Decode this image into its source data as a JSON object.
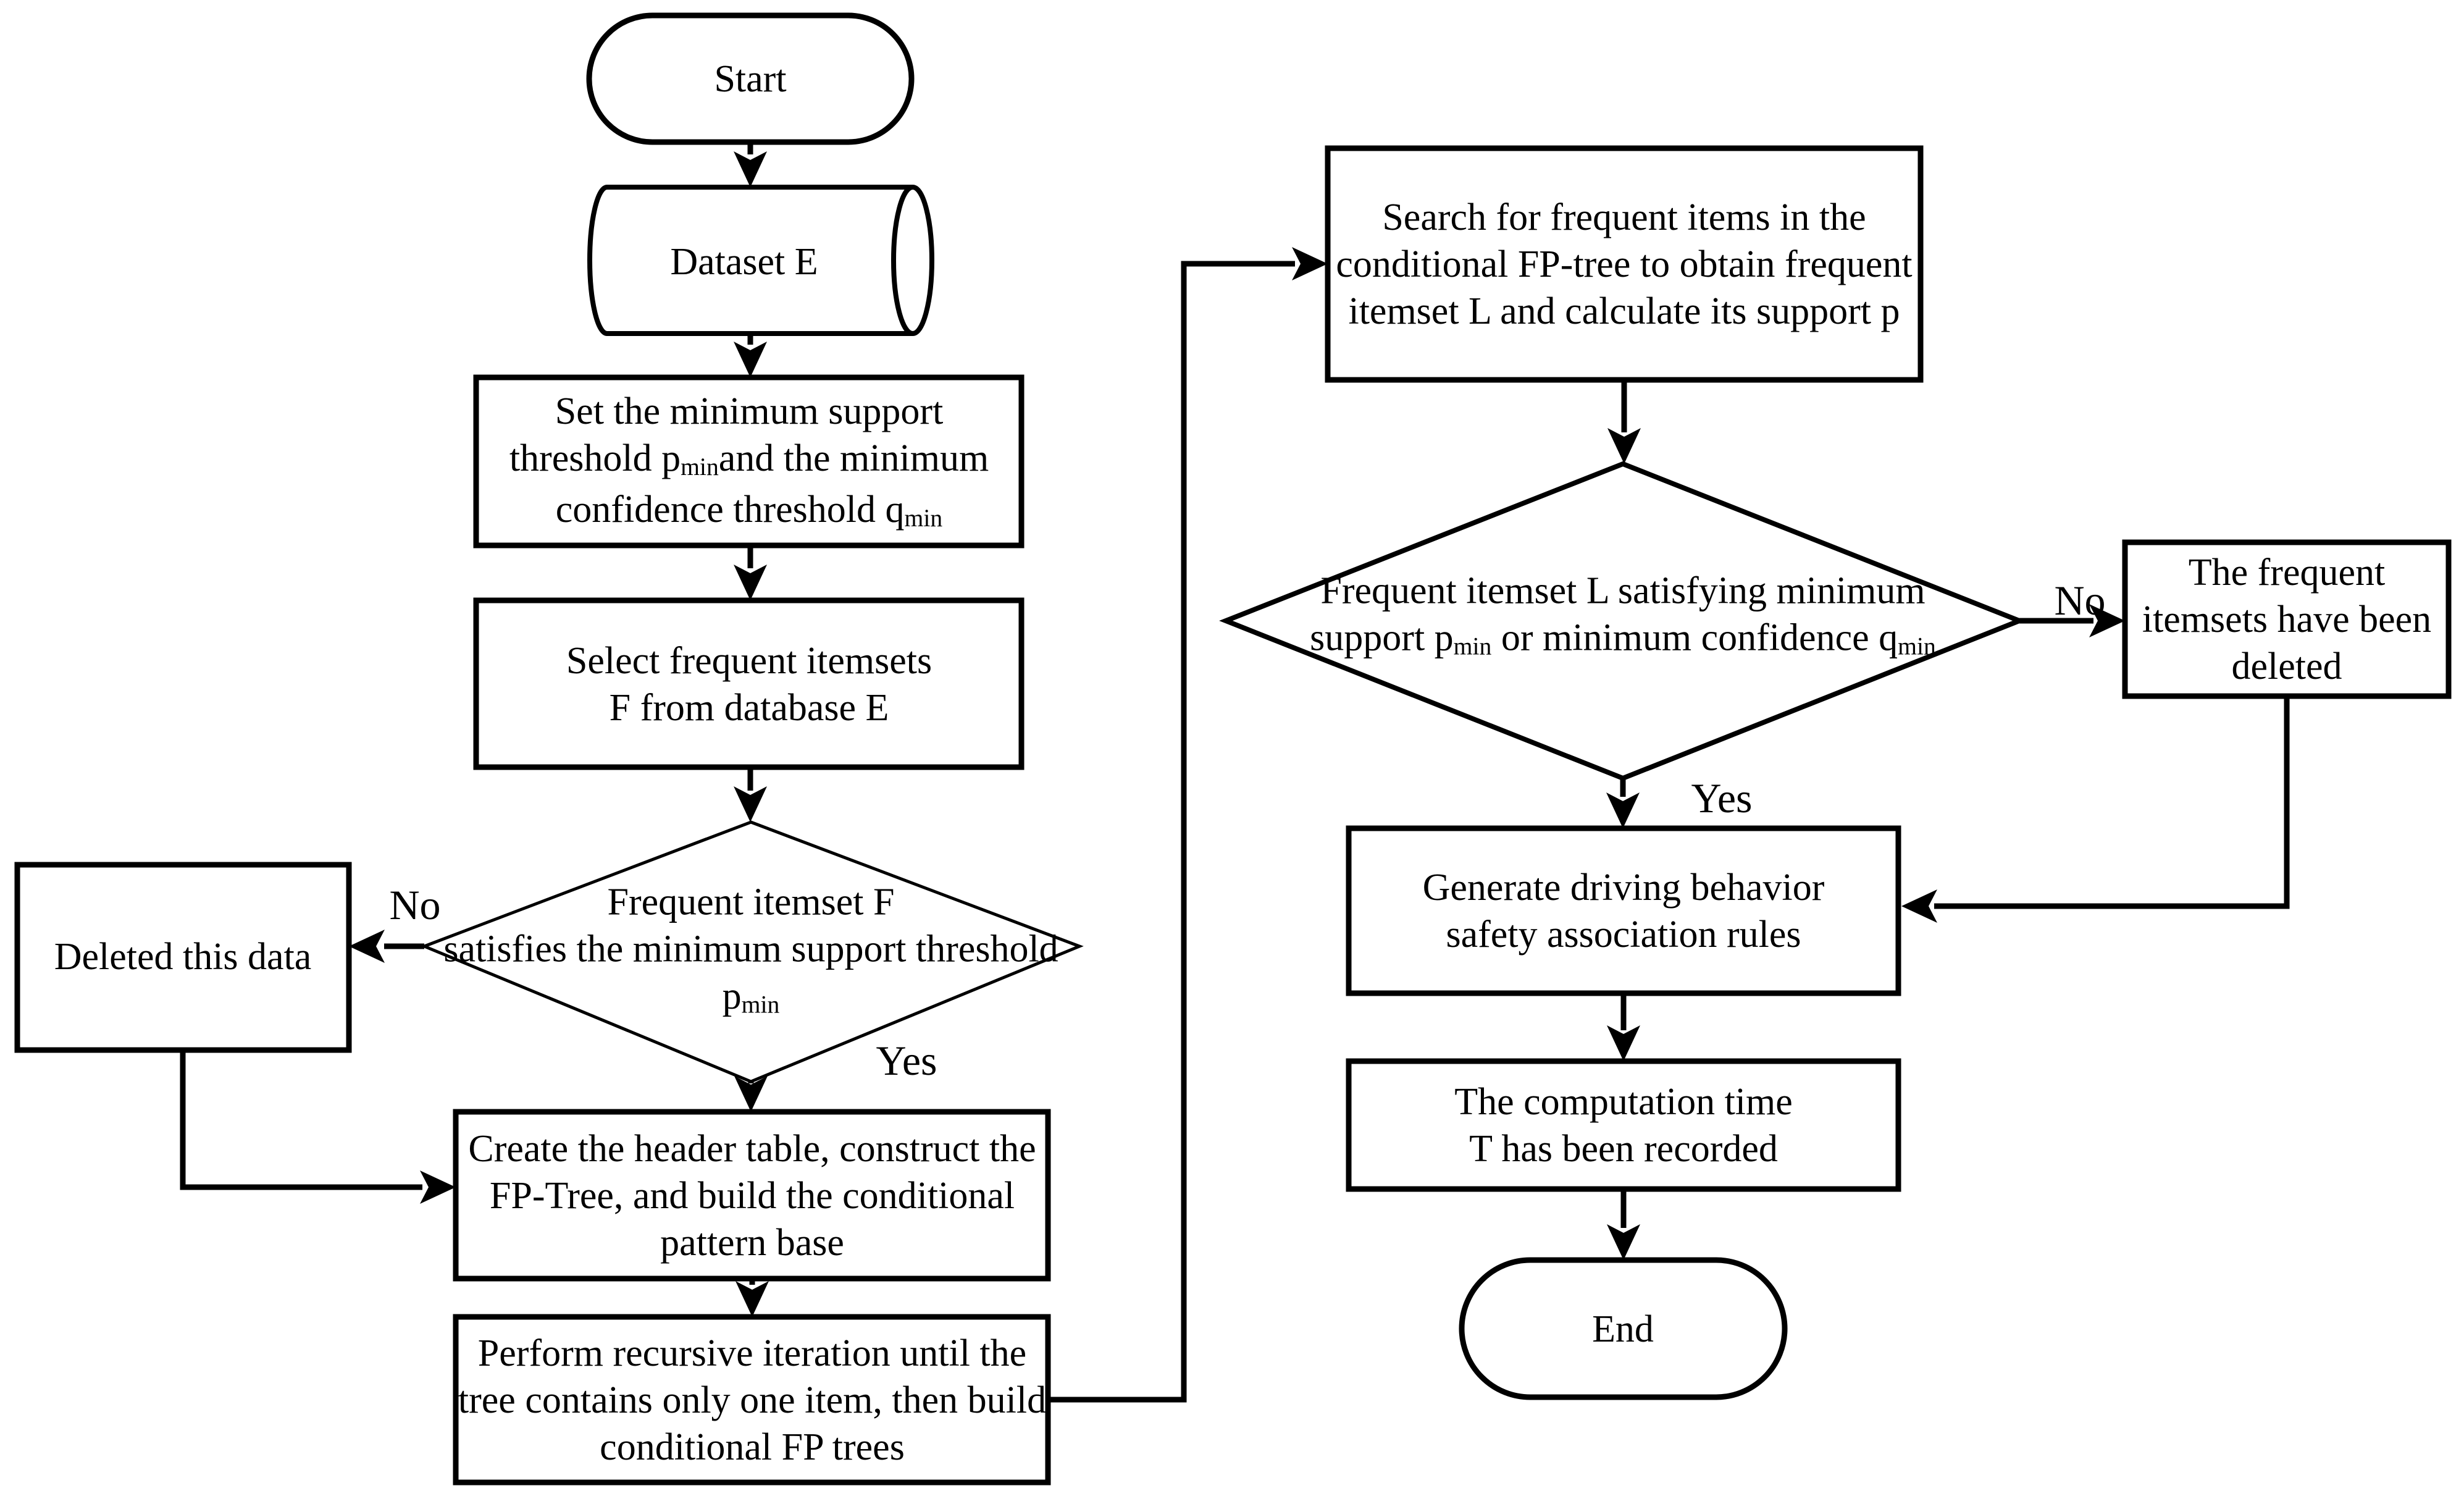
{
  "colors": {
    "ink": "#000000",
    "paper": "#ffffff"
  },
  "nodes": {
    "start": {
      "type": "terminator",
      "label": "Start"
    },
    "dataset": {
      "type": "data-store",
      "label": "Dataset E"
    },
    "set_thresholds": {
      "type": "process",
      "lines": [
        [
          {
            "t": "Set the minimum support"
          }
        ],
        [
          {
            "t": "threshold p"
          },
          {
            "t": "min",
            "sub": true
          },
          {
            "t": "and the minimum"
          }
        ],
        [
          {
            "t": "confidence threshold q"
          },
          {
            "t": "min",
            "sub": true
          }
        ]
      ]
    },
    "select_frequent": {
      "type": "process",
      "lines": [
        [
          {
            "t": "Select frequent itemsets"
          }
        ],
        [
          {
            "t": "F from database E"
          }
        ]
      ]
    },
    "check_support_f": {
      "type": "decision",
      "lines": [
        [
          {
            "t": "Frequent itemset F"
          }
        ],
        [
          {
            "t": "satisfies the minimum support threshold"
          }
        ],
        [
          {
            "t": "p"
          },
          {
            "t": "min",
            "sub": true
          }
        ]
      ]
    },
    "deleted_data": {
      "type": "process",
      "label": "Deleted this data"
    },
    "create_header": {
      "type": "process",
      "lines": [
        [
          {
            "t": "Create the header table, construct the"
          }
        ],
        [
          {
            "t": "FP-Tree, and build the conditional"
          }
        ],
        [
          {
            "t": "pattern base"
          }
        ]
      ]
    },
    "perform_recursive": {
      "type": "process",
      "lines": [
        [
          {
            "t": "Perform recursive iteration until the"
          }
        ],
        [
          {
            "t": "tree contains only one item, then build"
          }
        ],
        [
          {
            "t": "conditional FP trees"
          }
        ]
      ]
    },
    "search_frequent": {
      "type": "process",
      "lines": [
        [
          {
            "t": "Search for frequent items in the"
          }
        ],
        [
          {
            "t": "conditional FP-tree to obtain frequent"
          }
        ],
        [
          {
            "t": "itemset L and calculate its support p"
          }
        ]
      ]
    },
    "check_support_l": {
      "type": "decision",
      "lines": [
        [
          {
            "t": "Frequent itemset L satisfying minimum"
          }
        ],
        [
          {
            "t": "support p"
          },
          {
            "t": "min",
            "sub": true
          },
          {
            "t": " or minimum confidence q"
          },
          {
            "t": "min",
            "sub": true
          }
        ]
      ]
    },
    "frequent_deleted": {
      "type": "process",
      "lines": [
        [
          {
            "t": "The frequent"
          }
        ],
        [
          {
            "t": "itemsets have been"
          }
        ],
        [
          {
            "t": "deleted"
          }
        ]
      ]
    },
    "generate_rules": {
      "type": "process",
      "lines": [
        [
          {
            "t": "Generate driving behavior"
          }
        ],
        [
          {
            "t": "safety association rules"
          }
        ]
      ]
    },
    "computation_time": {
      "type": "process",
      "lines": [
        [
          {
            "t": "The computation time"
          }
        ],
        [
          {
            "t": "T has been recorded"
          }
        ]
      ]
    },
    "end": {
      "type": "terminator",
      "label": "End"
    }
  },
  "edge_labels": {
    "no_f": "No",
    "yes_f": "Yes",
    "no_l": "No",
    "yes_l": "Yes"
  }
}
